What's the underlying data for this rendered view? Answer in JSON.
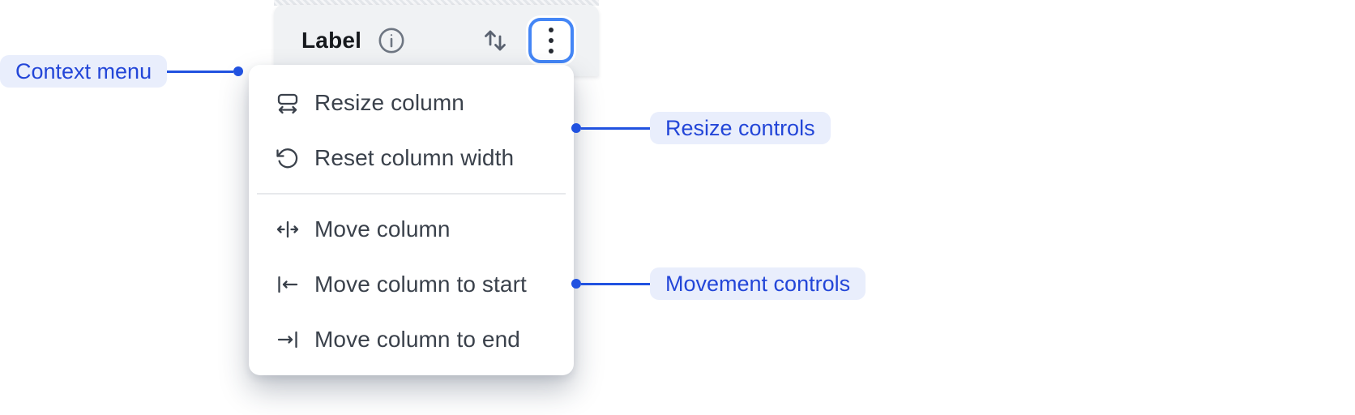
{
  "header": {
    "title": "Label",
    "icons": [
      "info-icon",
      "sort-icon",
      "kebab-menu-icon"
    ]
  },
  "menu": {
    "sections": [
      {
        "name": "resize-controls",
        "items": [
          {
            "label": "Resize column",
            "icon": "resize-column-icon"
          },
          {
            "label": "Reset column width",
            "icon": "reset-column-width-icon"
          }
        ]
      },
      {
        "name": "movement-controls",
        "items": [
          {
            "label": "Move column",
            "icon": "move-column-icon"
          },
          {
            "label": "Move column to start",
            "icon": "move-column-start-icon"
          },
          {
            "label": "Move column to end",
            "icon": "move-column-end-icon"
          }
        ]
      }
    ]
  },
  "annotations": {
    "context_menu": "Context menu",
    "resize_controls": "Resize controls",
    "movement_controls": "Movement controls"
  },
  "colors": {
    "annotation_accent": "#2152e0",
    "annotation_pill_bg": "#e9eefc",
    "annotation_text": "#2346d8",
    "focus_ring": "#4486f6",
    "header_bg": "#f0f2f4",
    "menu_text": "#3a414b",
    "menu_bg": "#ffffff"
  }
}
